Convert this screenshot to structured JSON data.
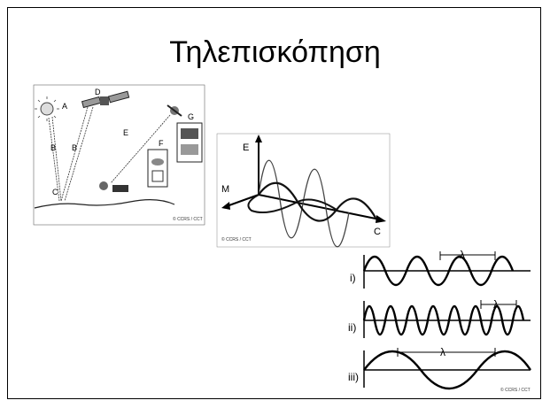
{
  "slide": {
    "title": "Τηλεπισκόπηση"
  },
  "figure_remote_sensing": {
    "labels": [
      "A",
      "B",
      "B",
      "C",
      "D",
      "E",
      "F",
      "G"
    ],
    "credit": "© CCRS / CCT"
  },
  "figure_em_wave": {
    "labels": {
      "electric": "E",
      "magnetic": "M",
      "velocity": "C"
    },
    "credit": "© CCRS / CCT"
  },
  "figure_wavelengths": {
    "rows": [
      {
        "label": "i)",
        "symbol": "λ"
      },
      {
        "label": "ii)",
        "symbol": "λ"
      },
      {
        "label": "iii)",
        "symbol": "λ"
      }
    ],
    "credit": "© CCRS / CCT"
  }
}
